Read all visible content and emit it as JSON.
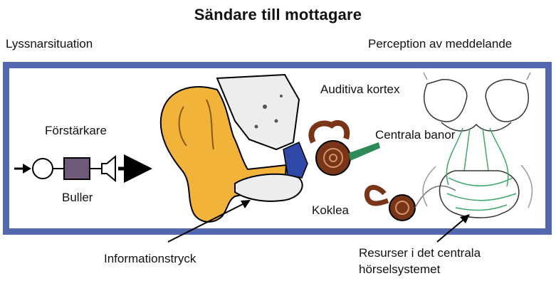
{
  "title": "Sändare till mottagare",
  "headers": {
    "left": "Lyssnarsituation",
    "right": "Perception av meddelande"
  },
  "labels": {
    "amplifier": "Förstärkare",
    "noise": "Buller",
    "auditory_cortex": "Auditiva kortex",
    "central_pathways": "Centrala banor",
    "cochlea": "Koklea",
    "info_pressure": "Informationstryck",
    "resources_line1": "Resurser i det centrala",
    "resources_line2": "hörselsystemet"
  },
  "colors": {
    "frame": "#5468b0",
    "ear": "#f2b33a",
    "cochlea": "#7a3518",
    "nerve": "#2e8b57",
    "pathway": "#3aa86a"
  }
}
